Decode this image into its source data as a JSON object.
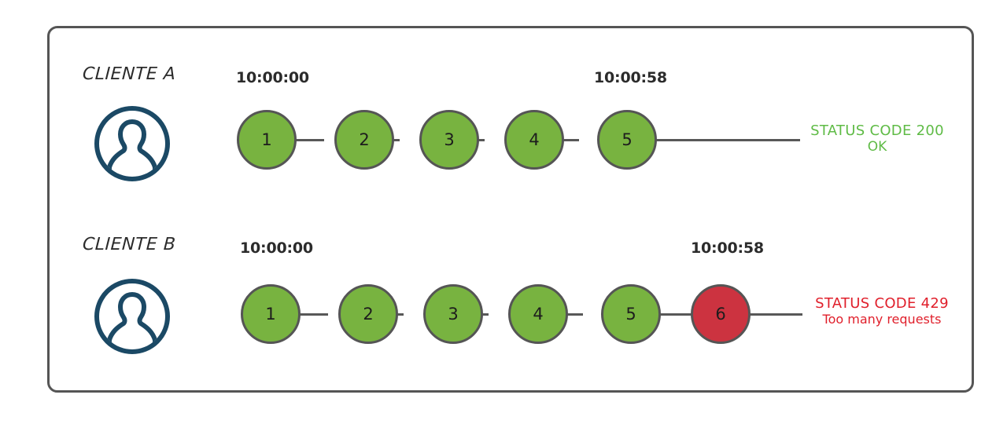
{
  "diagram": {
    "frame": {
      "border_color": "#555555"
    },
    "colors": {
      "node_ok": "#78B340",
      "node_fail": "#CC3340",
      "node_border": "#555555",
      "connector": "#585858",
      "avatar": "#1B4965",
      "status_ok": "#5FBB46",
      "status_fail": "#E01F2B",
      "text": "#2b2b2b"
    },
    "rows": [
      {
        "id": "client-a",
        "label": "CLIENTE A",
        "avatar_icon": "user-avatar-icon",
        "time_start": "10:00:00",
        "time_end": "10:00:58",
        "nodes": [
          {
            "number": "1",
            "state": "ok"
          },
          {
            "number": "2",
            "state": "ok"
          },
          {
            "number": "3",
            "state": "ok"
          },
          {
            "number": "4",
            "state": "ok"
          },
          {
            "number": "5",
            "state": "ok"
          }
        ],
        "status": {
          "line1": "STATUS CODE 200",
          "line2": "OK",
          "state": "ok"
        }
      },
      {
        "id": "client-b",
        "label": "CLIENTE B",
        "avatar_icon": "user-avatar-icon",
        "time_start": "10:00:00",
        "time_end": "10:00:58",
        "nodes": [
          {
            "number": "1",
            "state": "ok"
          },
          {
            "number": "2",
            "state": "ok"
          },
          {
            "number": "3",
            "state": "ok"
          },
          {
            "number": "4",
            "state": "ok"
          },
          {
            "number": "5",
            "state": "ok"
          },
          {
            "number": "6",
            "state": "fail"
          }
        ],
        "status": {
          "line1": "STATUS CODE 429",
          "line2": "Too many requests",
          "state": "fail"
        }
      }
    ]
  }
}
